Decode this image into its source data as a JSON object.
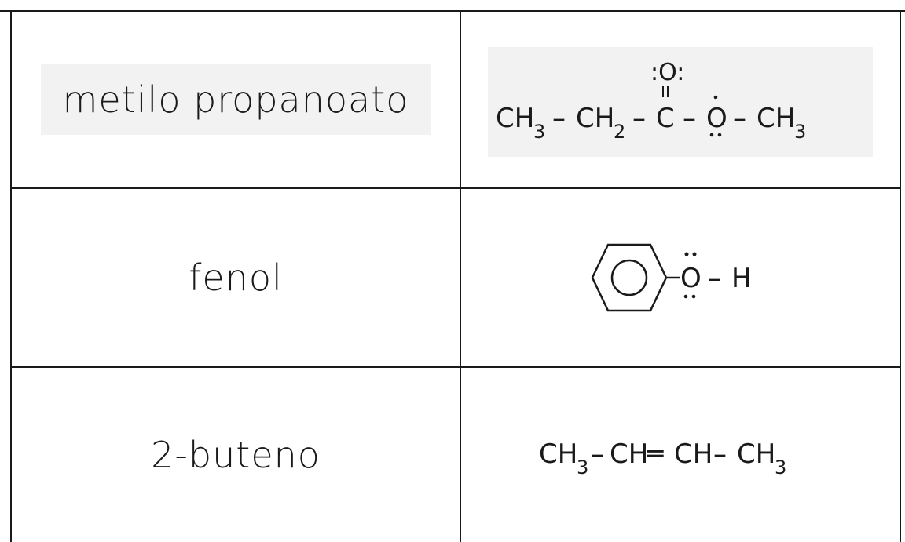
{
  "rows": [
    {
      "name": "metilo propanoato",
      "formula": {
        "p1": "CH",
        "s1": "3",
        "d1": "–",
        "p2": "CH",
        "s2": "2",
        "d2": "–",
        "c": "C",
        "d3": "–",
        "o": "O",
        "d4": "–",
        "p3": "CH",
        "s3": "3",
        "oTop": ":O:"
      }
    },
    {
      "name": "fenol",
      "formula": {
        "o": "O",
        "dash": "–",
        "h": "H"
      }
    },
    {
      "name": "2-buteno",
      "formula": {
        "p1": "CH",
        "s1": "3",
        "d1": "–",
        "ch1": "CH",
        "dbl": "═",
        "ch2": "CH",
        "d2": "–",
        "p2": "CH",
        "s2": "3"
      }
    }
  ]
}
